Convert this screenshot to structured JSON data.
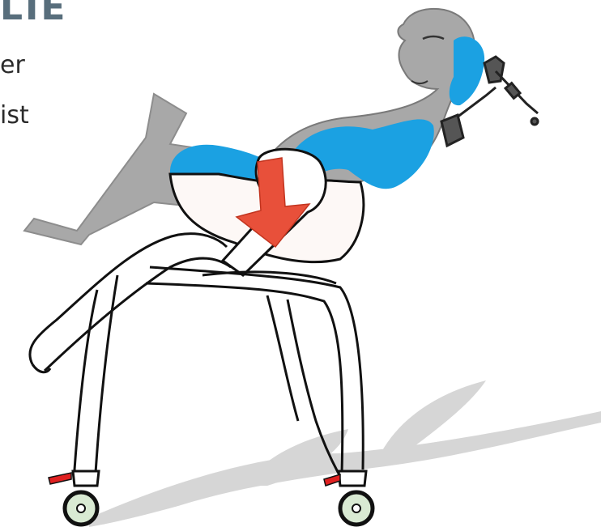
{
  "heading": "LIE",
  "text_lines": [
    "er",
    "ist"
  ],
  "colors": {
    "heading": "#586e7c",
    "body_text": "#2b2b2b",
    "support_blue": "#1ba1e2",
    "body_grey": "#a8a8a8",
    "arrow_red": "#e8503a",
    "brake_red": "#e02020",
    "wheel_green": "#d9ead3",
    "shadow_grey": "#cfcfcf"
  },
  "icons": {
    "arrow": "down-arrow-icon",
    "head_clamp": "clamp-icon"
  }
}
